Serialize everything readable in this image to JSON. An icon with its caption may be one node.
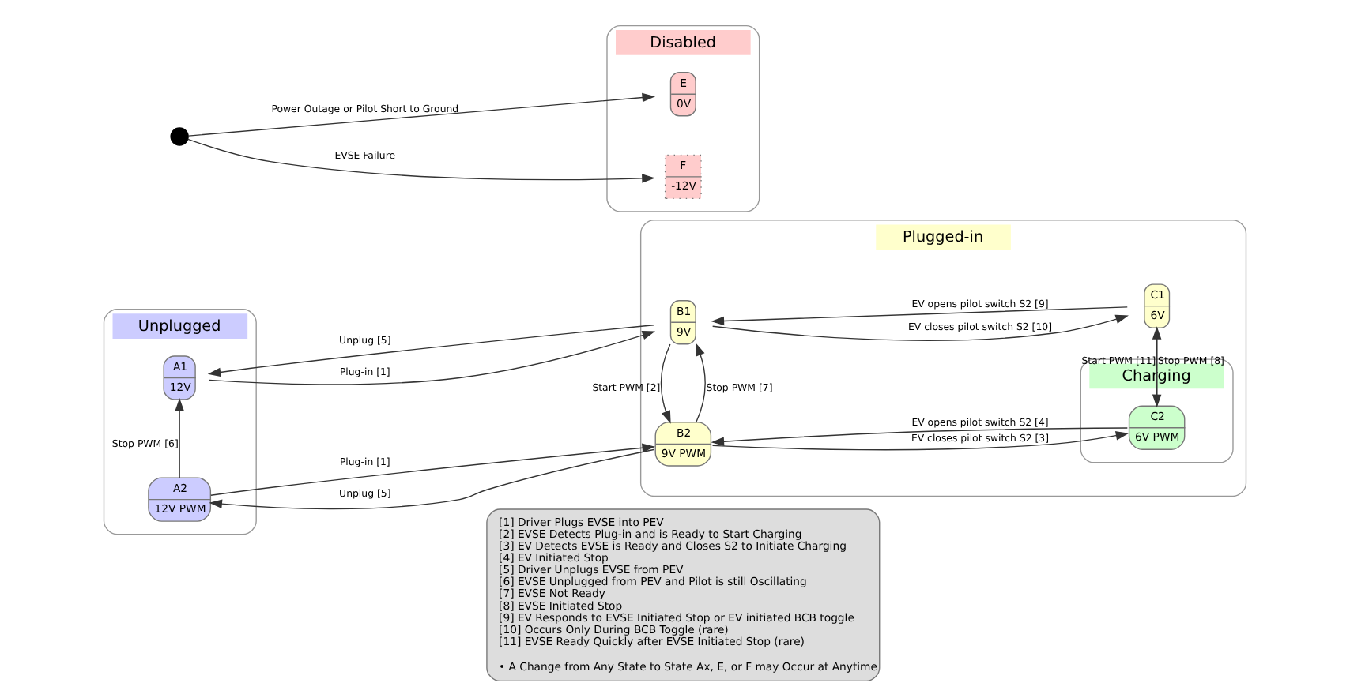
{
  "diagram": {
    "nodes": [
      {
        "text": [
          "Unplugged"
        ]
      },
      {
        "text": [
          "Plugged-in"
        ]
      },
      {
        "text": [
          "Disabled"
        ]
      },
      {
        "text": [
          "A1",
          "12V"
        ],
        "in": 0
      },
      {
        "text": [
          "A2",
          "12V PWM"
        ],
        "in": 0
      },
      {
        "text": [
          "B1",
          "9V"
        ],
        "in": 1
      },
      {
        "text": [
          "C1",
          "6V"
        ],
        "in": 1
      },
      {
        "text": [
          "B2",
          "9V PWM"
        ],
        "in": 1
      },
      {
        "text": [
          "Charging"
        ],
        "in": 1
      },
      {
        "text": [
          "C2",
          "6V PWM"
        ],
        "in": 8
      },
      {
        "text": [
          "F",
          "-12V"
        ],
        "in": 2
      },
      {
        "text": [
          "E",
          "0V"
        ],
        "in": 2
      },
      {
        "text": [],
        "shape": "circle"
      },
      {
        "text": [
          "[1] Driver Plugs EVSE into PEV",
          "[2] EVSE Detects Plug-in and is Ready to Start Charging",
          "[3] EV Detects EVSE is Ready and Closes S2 to Initiate Charging",
          "[4] EV Initiated Stop",
          "[5] Driver Unplugs EVSE from PEV",
          "[6] EVSE Unplugged from PEV and Pilot is still Oscillating",
          "[7] EVSE Not Ready",
          "[8] EVSE Initiated Stop",
          "[9] EV Responds to EVSE Initiated Stop or EV initiated BCB toggle",
          "[10] Occurs Only During BCB Toggle (rare)",
          "[11] EVSE Ready Quickly after EVSE Initiated Stop (rare)",
          "• A Change from Any State to State Ax, E, or F may Occur at Anytime"
        ]
      }
    ],
    "edges": [
      {
        "from": 5,
        "to": 3,
        "arrow": "to",
        "label": "Unplug [5]"
      },
      {
        "from": 3,
        "to": 5,
        "arrow": "to",
        "label": "Plug-in [1]"
      },
      {
        "from": 5,
        "to": 6,
        "arrow": "to",
        "label": "EV closes pilot switch S2 [10]"
      },
      {
        "from": 6,
        "to": 5,
        "arrow": "to",
        "label": "EV opens pilot switch S2 [9]"
      },
      {
        "from": 4,
        "to": 3,
        "arrow": "to",
        "label": "Stop PWM [6]"
      },
      {
        "from": 7,
        "to": 5,
        "arrow": "to",
        "label": "Stop PWM [7]"
      },
      {
        "from": 5,
        "to": 7,
        "arrow": "to",
        "label": "Start PWM [2]"
      },
      {
        "from": 9,
        "to": 6,
        "arrow": "to",
        "label": "Stop PWM [8]"
      },
      {
        "from": 6,
        "to": 9,
        "arrow": "to",
        "label": "Start PWM [11]"
      },
      {
        "from": 7,
        "to": 9,
        "arrow": "to",
        "label": "EV closes pilot switch S2 [3]"
      },
      {
        "from": 9,
        "to": 7,
        "arrow": "to",
        "label": "EV opens pilot switch S2 [4]"
      },
      {
        "from": 7,
        "to": 4,
        "arrow": "to",
        "label": "Unplug [5]"
      },
      {
        "from": 4,
        "to": 7,
        "arrow": "to",
        "label": "Plug-in [1]"
      },
      {
        "from": 12,
        "to": 10,
        "arrow": "to",
        "label": "EVSE Failure"
      },
      {
        "from": 12,
        "to": 11,
        "arrow": "to",
        "label": "Power Outage or Pilot Short to Ground"
      }
    ]
  }
}
